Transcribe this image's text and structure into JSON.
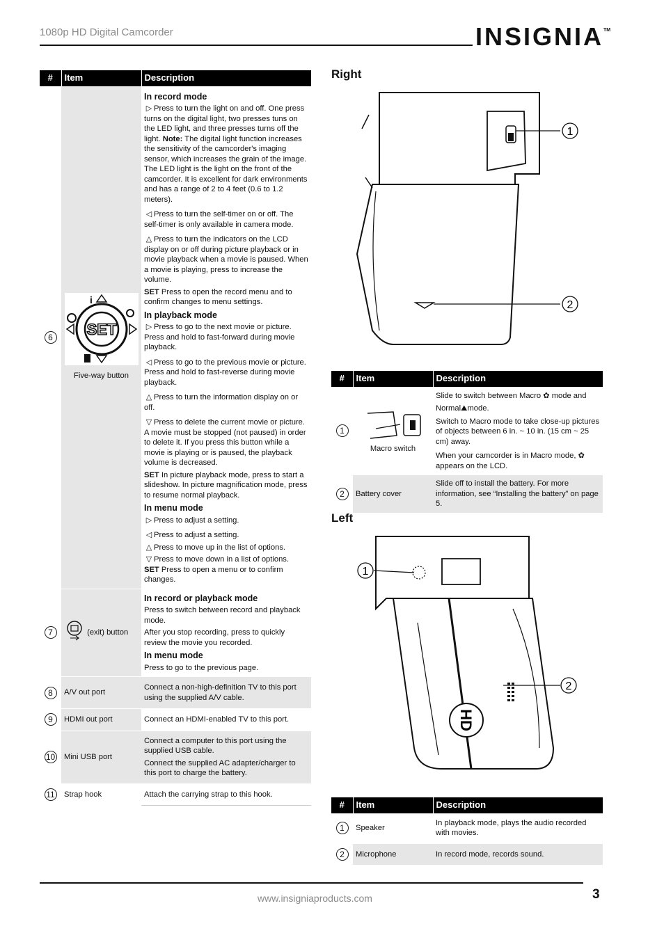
{
  "header": {
    "title": "1080p HD Digital Camcorder",
    "logo": "INSIGNIA",
    "tm": "TM"
  },
  "footer": {
    "url": "www.insigniaproducts.com",
    "page": "3"
  },
  "columns": {
    "num": "#",
    "item": "Item",
    "description": "Description"
  },
  "main_table": {
    "row6": {
      "num": "6",
      "item": "Five-way button",
      "h_record": "In record mode",
      "record_right": "Press to turn the light on and off. One press turns on the digital light, two presses tuns on the LED light, and three presses turns off the light.",
      "note_label": "Note:",
      "note_text": "The digital light function increases the sensitivity of the camcorder's imaging sensor, which increases the grain of the image. The LED light is the light on the front of the camcorder. It is excellent for dark environments and has a range of 2 to 4 feet (0.6 to 1.2 meters).",
      "record_left": "Press to turn the self-timer on or off. The self-timer is only available in camera mode.",
      "record_up": "Press to turn the indicators on the LCD display on or off during picture playback or in movie playback when a movie is paused. When a movie is playing, press to increase the volume.",
      "set_label": "SET",
      "record_set": "Press to open the record menu and to confirm changes to menu settings.",
      "h_playback": "In playback mode",
      "play_right": "Press to go to the next movie or picture. Press and hold to fast-forward during movie playback.",
      "play_left": "Press to go to the previous movie or picture. Press and hold to fast-reverse during movie playback.",
      "play_up": "Press to turn the information display on or off.",
      "play_down": "Press to delete the current movie or picture. A movie must be stopped (not paused) in order to delete it. If you press this button while a movie is playing or is paused, the playback volume is decreased.",
      "play_set": "In picture playback mode, press to start a slideshow. In picture magnification mode, press to resume normal playback.",
      "h_menu": "In menu mode",
      "menu_right": "Press to adjust a setting.",
      "menu_left": "Press to adjust a setting.",
      "menu_up": "Press to move up in the list of options.",
      "menu_down": "Press to move down in a list of options.",
      "menu_set": "Press to open a menu or to confirm changes.",
      "button_label": "SET"
    },
    "row7": {
      "num": "7",
      "item": "(exit) button",
      "h1": "In record or playback mode",
      "p1": "Press to switch between record and playback mode.",
      "p2": "After you stop recording, press to quickly review the movie you recorded.",
      "h2": "In menu mode",
      "p3": "Press to go to the previous page."
    },
    "rows": [
      {
        "num": "8",
        "item": "A/V out port",
        "desc": [
          "Connect a non-high-definition TV to this port using the supplied A/V cable."
        ]
      },
      {
        "num": "9",
        "item": "HDMI out port",
        "desc": [
          "Connect an HDMI-enabled TV to this port."
        ]
      },
      {
        "num": "10",
        "item": "Mini USB port",
        "desc": [
          "Connect a computer to this port using the supplied USB cable.",
          "Connect the supplied AC adapter/charger to this port to charge the battery."
        ]
      },
      {
        "num": "11",
        "item": "Strap hook",
        "desc": [
          "Attach the carrying strap to this hook."
        ]
      }
    ]
  },
  "right_section": {
    "title": "Right",
    "callouts": [
      "1",
      "2"
    ],
    "rows": [
      {
        "num": "1",
        "item": "Macro switch",
        "d1": "Slide to switch between Macro",
        "d1b": "mode and",
        "d2": "Normal",
        "d2b": "mode.",
        "d3": "Switch to Macro mode to take close-up pictures of objects between 6 in. ~ 10 in. (15 cm ~ 25 cm) away.",
        "d4": "When your camcorder is in Macro mode,",
        "d4b": "appears on the LCD."
      },
      {
        "num": "2",
        "item": "Battery cover",
        "desc": "Slide off to install the battery. For more information, see “Installing the battery” on page 5."
      }
    ]
  },
  "left_section": {
    "title": "Left",
    "callouts": [
      "1",
      "2"
    ],
    "hd_label": "HD",
    "rows": [
      {
        "num": "1",
        "item": "Speaker",
        "desc": "In playback mode, plays the audio recorded with movies."
      },
      {
        "num": "2",
        "item": "Microphone",
        "desc": "In record mode, records sound."
      }
    ]
  }
}
